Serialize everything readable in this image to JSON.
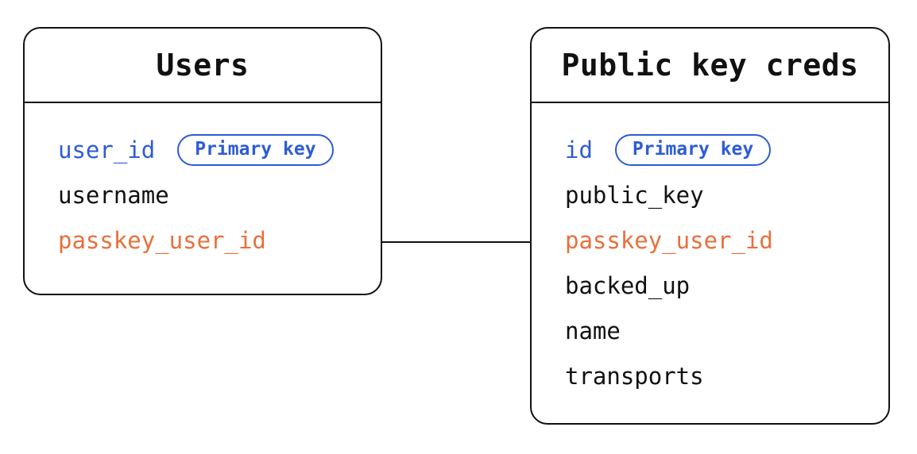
{
  "diagram": {
    "colors": {
      "blue": "#2e5cd6",
      "orange": "#e8703a",
      "black": "#111111",
      "stroke": "#111111"
    },
    "tables": [
      {
        "title": "Users",
        "fields": [
          {
            "name": "user_id",
            "color": "blue",
            "badge": "Primary key"
          },
          {
            "name": "username",
            "color": "black"
          },
          {
            "name": "passkey_user_id",
            "color": "orange"
          }
        ]
      },
      {
        "title": "Public key creds",
        "fields": [
          {
            "name": "id",
            "color": "blue",
            "badge": "Primary key"
          },
          {
            "name": "public_key",
            "color": "black"
          },
          {
            "name": "passkey_user_id",
            "color": "orange"
          },
          {
            "name": "backed_up",
            "color": "black"
          },
          {
            "name": "name",
            "color": "black"
          },
          {
            "name": "transports",
            "color": "black"
          }
        ]
      }
    ],
    "relationship": {
      "from": "Users.passkey_user_id",
      "to": "Public key creds.passkey_user_id"
    }
  }
}
